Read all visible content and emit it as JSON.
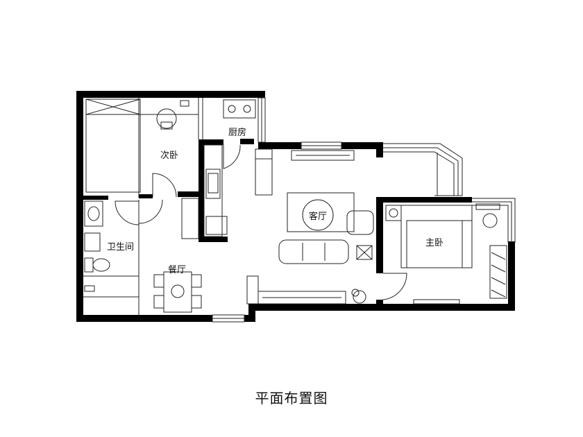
{
  "rooms": {
    "second_bedroom": "次卧",
    "kitchen": "厨房",
    "living_room": "客厅",
    "master_bedroom": "主卧",
    "bathroom": "卫生间",
    "dining_room": "餐厅"
  },
  "caption": "平面布置图"
}
